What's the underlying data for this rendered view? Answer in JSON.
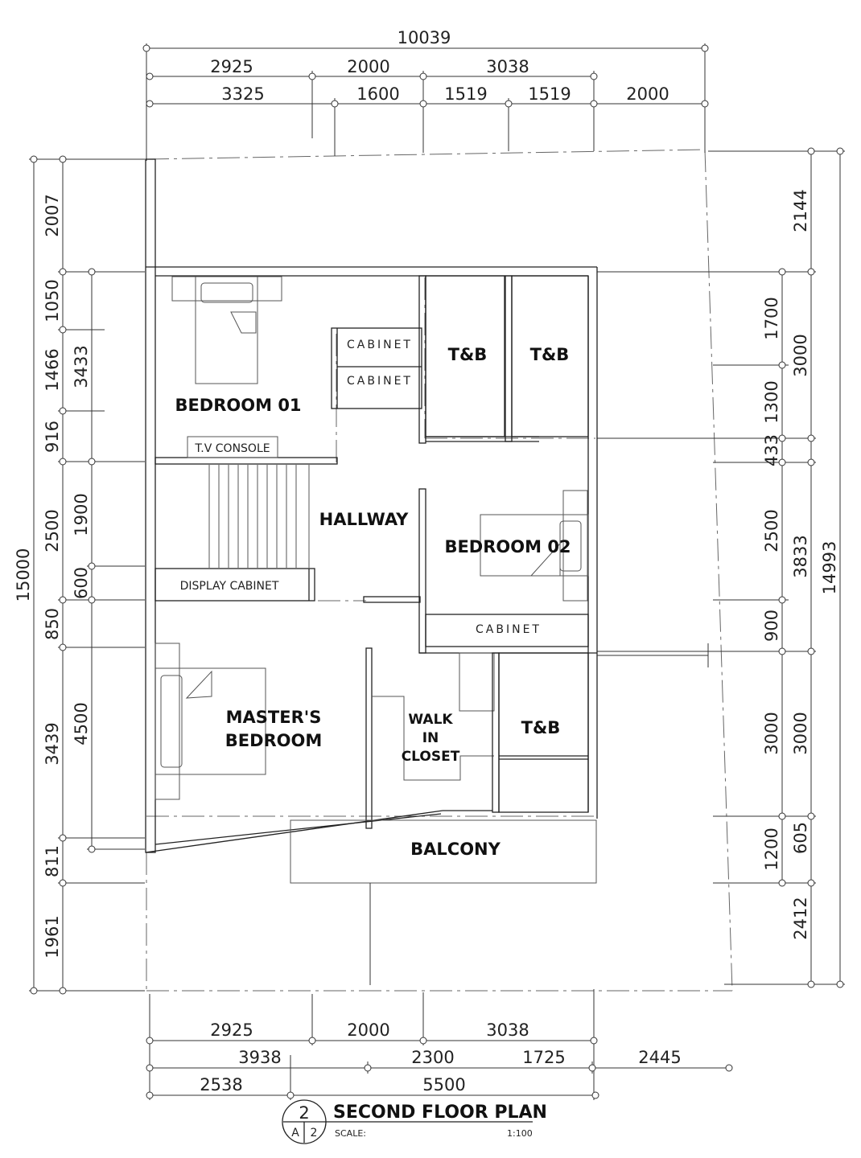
{
  "dimensions": {
    "top_overall": "10039",
    "top_row1": [
      "2925",
      "2000",
      "3038"
    ],
    "top_row2": [
      "3325",
      "1600",
      "1519",
      "1519",
      "2000"
    ],
    "bottom_row1": [
      "2925",
      "2000",
      "3038"
    ],
    "bottom_row2": [
      "3938",
      "2300",
      "1725",
      "2445"
    ],
    "bottom_row3": [
      "2538",
      "5500"
    ],
    "left_outer": "15000",
    "left_col1": [
      "2007",
      "1050",
      "1466",
      "916",
      "2500",
      "850",
      "3439",
      "811",
      "1961"
    ],
    "left_col2": [
      "3433",
      "1900",
      "600",
      "4500"
    ],
    "right_col1": [
      "1700",
      "1300",
      "433",
      "2500",
      "900",
      "3000",
      "1200"
    ],
    "right_col2": [
      "2144",
      "3000",
      "3833",
      "3000",
      "605",
      "2412"
    ],
    "right_outer": "14993"
  },
  "rooms": {
    "bedroom01": "BEDROOM 01",
    "tb1": "T&B",
    "tb2": "T&B",
    "cabinet_a": "CABINET",
    "cabinet_b": "CABINET",
    "tv_console": "T.V CONSOLE",
    "hallway": "HALLWAY",
    "bedroom02": "BEDROOM 02",
    "display_cabinet": "DISPLAY CABINET",
    "cabinet_c": "CABINET",
    "masters_line1": "MASTER'S",
    "masters_line2": "BEDROOM",
    "walkin_line1": "WALK",
    "walkin_line2": "IN",
    "walkin_line3": "CLOSET",
    "tb3": "T&B",
    "balcony": "BALCONY"
  },
  "title_block": {
    "number": "2",
    "sheet_letter": "A",
    "sheet_number": "2",
    "title": "SECOND FLOOR PLAN",
    "scale_label": "SCALE:",
    "scale_value": "1:100"
  }
}
